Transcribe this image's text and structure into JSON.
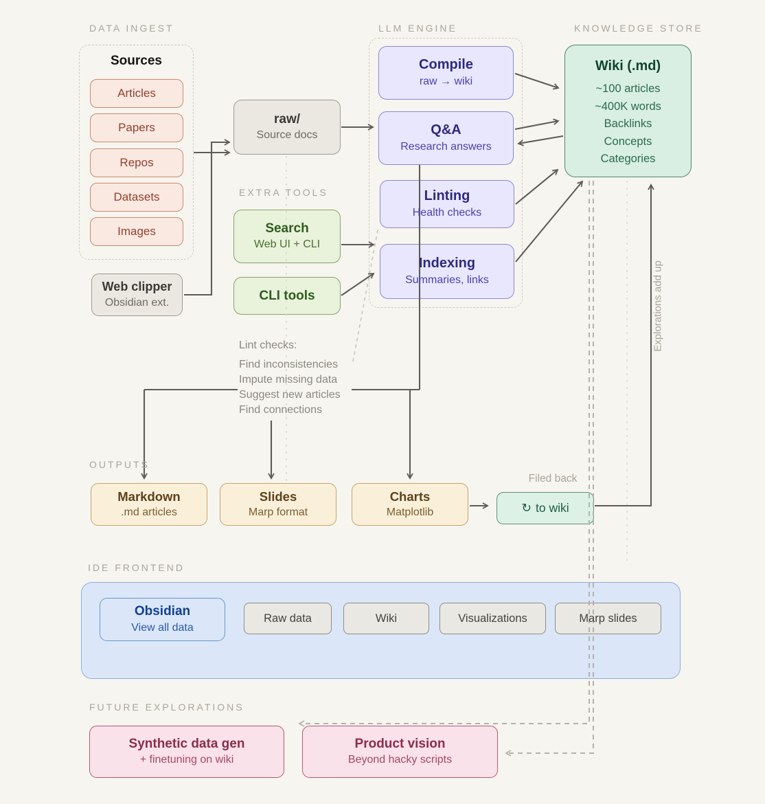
{
  "sections": {
    "data_ingest": "DATA INGEST",
    "extra_tools": "EXTRA TOOLS",
    "llm_engine": "LLM ENGINE",
    "knowledge_store": "KNOWLEDGE STORE",
    "outputs": "OUTPUTS",
    "ide_frontend": "IDE FRONTEND",
    "future_explorations": "FUTURE EXPLORATIONS"
  },
  "sources": {
    "title": "Sources",
    "items": [
      "Articles",
      "Papers",
      "Repos",
      "Datasets",
      "Images"
    ]
  },
  "web_clipper": {
    "title": "Web clipper",
    "subtitle": "Obsidian ext."
  },
  "raw": {
    "title": "raw/",
    "subtitle": "Source docs"
  },
  "search": {
    "title": "Search",
    "subtitle": "Web UI + CLI"
  },
  "cli_tools": {
    "title": "CLI tools"
  },
  "engine": {
    "compile": {
      "title": "Compile",
      "subtitle": "raw → wiki"
    },
    "qa": {
      "title": "Q&A",
      "subtitle": "Research answers"
    },
    "linting": {
      "title": "Linting",
      "subtitle": "Health checks"
    },
    "indexing": {
      "title": "Indexing",
      "subtitle": "Summaries, links"
    }
  },
  "wiki": {
    "title": "Wiki (.md)",
    "lines": [
      "~100 articles",
      "~400K words",
      "Backlinks",
      "Concepts",
      "Categories"
    ]
  },
  "lint_checks": {
    "heading": "Lint checks:",
    "items": [
      "Find inconsistencies",
      "Impute missing data",
      "Suggest new articles",
      "Find connections"
    ]
  },
  "outputs_row": {
    "markdown": {
      "title": "Markdown",
      "subtitle": ".md articles"
    },
    "slides": {
      "title": "Slides",
      "subtitle": "Marp format"
    },
    "charts": {
      "title": "Charts",
      "subtitle": "Matplotlib"
    }
  },
  "filed_back": {
    "label": "Filed back",
    "icon": "↻",
    "text": "to wiki"
  },
  "explorations_note": "Explorations add up",
  "ide": {
    "obsidian": {
      "title": "Obsidian",
      "subtitle": "View all data"
    },
    "tabs": [
      "Raw data",
      "Wiki",
      "Visualizations",
      "Marp slides"
    ]
  },
  "future": {
    "synthetic": {
      "title": "Synthetic data gen",
      "subtitle": "+ finetuning on wiki"
    },
    "product": {
      "title": "Product vision",
      "subtitle": "Beyond hacky scripts"
    }
  },
  "palette": {
    "background": "#f7f5ef",
    "arrow_dark": "#5f5c57",
    "arrow_light_dash": "#b5b2ac",
    "ingest_accent": "#cb8a6e",
    "tools_accent": "#84a566",
    "engine_accent": "#8d86d8",
    "store_accent": "#4f856a",
    "outputs_accent": "#c7a269",
    "obsidian_accent": "#6e95ce",
    "future_accent": "#ae5b73"
  }
}
